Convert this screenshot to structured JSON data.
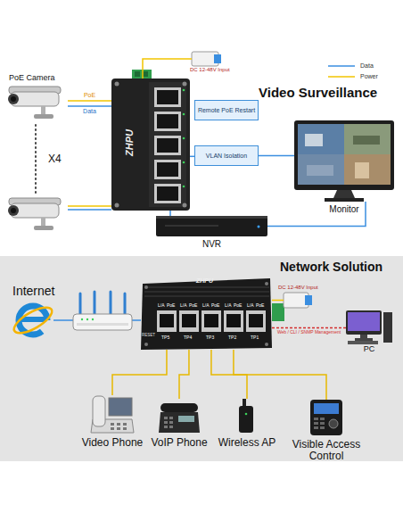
{
  "diagram": {
    "nodes": [
      {
        "text": [
          "PoE Camera"
        ]
      },
      {
        "text": [
          "DC 12-48V Input"
        ]
      },
      {
        "text": [
          "ZHPU"
        ]
      },
      {
        "text": [
          "Remote PoE Restart"
        ]
      },
      {
        "text": [
          "VLAN Isolation"
        ]
      },
      {
        "text": [
          "Monitor"
        ]
      },
      {
        "text": [
          "NVR"
        ]
      },
      {
        "text": [
          "Internet"
        ]
      },
      {
        "text": [
          "ZHPU"
        ]
      },
      {
        "text": [
          "DC 12-48V Input"
        ]
      },
      {
        "text": [
          "PC"
        ]
      },
      {
        "text": [
          "Video Phone"
        ]
      },
      {
        "text": [
          "VoIP Phone"
        ]
      },
      {
        "text": [
          "Wireless AP"
        ]
      },
      {
        "text": [
          "Visible Access Control"
        ]
      }
    ],
    "edges": [
      {
        "from": 0,
        "to": 2,
        "label": "PoE",
        "arrow": "none"
      },
      {
        "from": 0,
        "to": 2,
        "label": "Data",
        "arrow": "none"
      },
      {
        "from": 1,
        "to": 2,
        "arrow": "none"
      },
      {
        "from": 2,
        "to": 4,
        "arrow": "none"
      },
      {
        "from": 4,
        "to": 5,
        "arrow": "none"
      },
      {
        "from": 2,
        "to": 6,
        "arrow": "none"
      },
      {
        "from": 6,
        "to": 5,
        "arrow": "none"
      },
      {
        "from": 7,
        "to": 8,
        "arrow": "none"
      },
      {
        "from": 9,
        "to": 8,
        "arrow": "none"
      },
      {
        "from": 8,
        "to": 10,
        "label": "Web / CLI / SNMP Management",
        "arrow": "none"
      },
      {
        "from": 8,
        "to": 11,
        "arrow": "none"
      },
      {
        "from": 8,
        "to": 12,
        "arrow": "none"
      },
      {
        "from": 8,
        "to": 13,
        "arrow": "none"
      },
      {
        "from": 8,
        "to": 14,
        "arrow": "none"
      }
    ],
    "labels": [
      "Video Surveillance",
      "X4",
      "Network Solution",
      "L/A",
      "PoE",
      "L/A",
      "PoE",
      "L/A",
      "PoE",
      "L/A",
      "PoE",
      "L/A",
      "PoE",
      "RESET",
      "TP5",
      "TP4",
      "TP3",
      "TP2",
      "TP1"
    ],
    "legend": [
      {
        "text": "Data"
      },
      {
        "text": "Power"
      }
    ]
  }
}
